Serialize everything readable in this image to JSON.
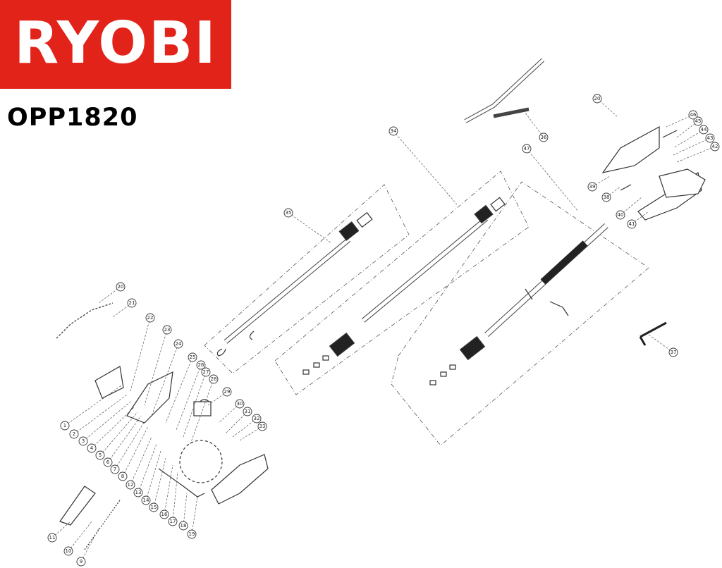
{
  "brand": {
    "name": "RYOBI",
    "color": "#e2231a"
  },
  "model": "OPP1820",
  "callouts": [
    {
      "id": "c1",
      "label": "1"
    },
    {
      "id": "c2",
      "label": "2"
    },
    {
      "id": "c3",
      "label": "3"
    },
    {
      "id": "c4",
      "label": "4"
    },
    {
      "id": "c5",
      "label": "5"
    },
    {
      "id": "c6",
      "label": "6"
    },
    {
      "id": "c7",
      "label": "7"
    },
    {
      "id": "c8",
      "label": "8"
    },
    {
      "id": "c9",
      "label": "9"
    },
    {
      "id": "c10",
      "label": "10"
    },
    {
      "id": "c11",
      "label": "11"
    },
    {
      "id": "c12",
      "label": "12"
    },
    {
      "id": "c13",
      "label": "13"
    },
    {
      "id": "c14",
      "label": "14"
    },
    {
      "id": "c15",
      "label": "15"
    },
    {
      "id": "c16",
      "label": "16"
    },
    {
      "id": "c17",
      "label": "17"
    },
    {
      "id": "c18",
      "label": "18"
    },
    {
      "id": "c19",
      "label": "19"
    },
    {
      "id": "c20",
      "label": "20"
    },
    {
      "id": "c21",
      "label": "21"
    },
    {
      "id": "c22",
      "label": "22"
    },
    {
      "id": "c23",
      "label": "23"
    },
    {
      "id": "c24",
      "label": "24"
    },
    {
      "id": "c25",
      "label": "25"
    },
    {
      "id": "c26",
      "label": "26"
    },
    {
      "id": "c27",
      "label": "27"
    },
    {
      "id": "c28",
      "label": "28"
    },
    {
      "id": "c29",
      "label": "29"
    },
    {
      "id": "c30",
      "label": "30"
    },
    {
      "id": "c31",
      "label": "31"
    },
    {
      "id": "c32",
      "label": "32"
    },
    {
      "id": "c33",
      "label": "33"
    },
    {
      "id": "c34",
      "label": "34"
    },
    {
      "id": "c35",
      "label": "35"
    },
    {
      "id": "c36",
      "label": "36"
    },
    {
      "id": "c37",
      "label": "37"
    },
    {
      "id": "c38",
      "label": "38"
    },
    {
      "id": "c39",
      "label": "39"
    },
    {
      "id": "c40",
      "label": "40"
    },
    {
      "id": "c41",
      "label": "41"
    },
    {
      "id": "c42",
      "label": "42"
    },
    {
      "id": "c43",
      "label": "43"
    },
    {
      "id": "c44",
      "label": "44"
    },
    {
      "id": "c45",
      "label": "45"
    },
    {
      "id": "c46",
      "label": "46"
    },
    {
      "id": "c47",
      "label": "47"
    },
    {
      "id": "c20b",
      "label": "20"
    }
  ]
}
